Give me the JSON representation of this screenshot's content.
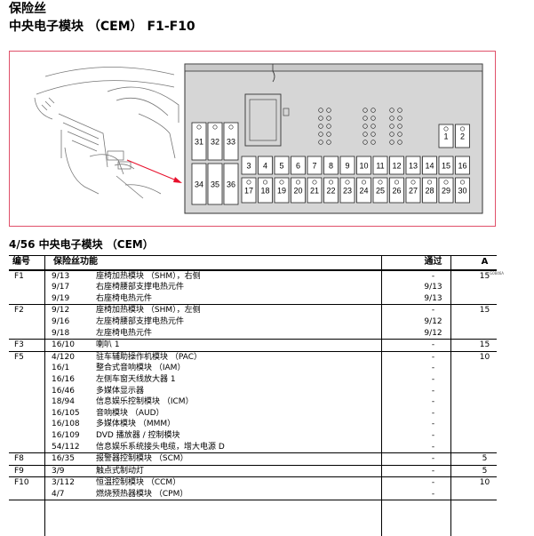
{
  "header": {
    "title": "保险丝",
    "subtitle": "中央电子模块 （CEM） F1-F10"
  },
  "figure": {
    "code": "G0846A",
    "fuses_top": [
      "31",
      "32",
      "33"
    ],
    "fuses_left_bottom": [
      "34",
      "35",
      "36"
    ],
    "fuses_middle_top": [
      "3",
      "4",
      "5",
      "6",
      "7",
      "8",
      "9",
      "10",
      "11",
      "12",
      "13",
      "14",
      "15",
      "16"
    ],
    "fuses_middle_bottom": [
      "17",
      "18",
      "19",
      "20",
      "21",
      "22",
      "23",
      "24",
      "25",
      "26",
      "27",
      "28",
      "29",
      "30"
    ],
    "fuses_corner": [
      "1",
      "2"
    ],
    "colors": {
      "frame": "#e0506a",
      "panel": "#d6d6d6",
      "arrow": "#e8102c"
    }
  },
  "section_title": "4/56 中央电子模块 （CEM）",
  "table": {
    "headers": {
      "fuse": "编号",
      "function": "保险丝功能",
      "via": "通过",
      "amp": "A"
    },
    "groups": [
      {
        "fuse": "F1",
        "amp": "15",
        "rows": [
          {
            "code": "9/13",
            "func": "座椅加热模块 （SHM），右侧",
            "via": "-"
          },
          {
            "code": "9/17",
            "func": "右座椅腰部支撑电热元件",
            "via": "9/13"
          },
          {
            "code": "9/19",
            "func": "右座椅电热元件",
            "via": "9/13"
          }
        ]
      },
      {
        "fuse": "F2",
        "amp": "15",
        "rows": [
          {
            "code": "9/12",
            "func": "座椅加热模块 （SHM），左侧",
            "via": "-"
          },
          {
            "code": "9/16",
            "func": "左座椅腰部支撑电热元件",
            "via": "9/12"
          },
          {
            "code": "9/18",
            "func": "左座椅电热元件",
            "via": "9/12"
          }
        ]
      },
      {
        "fuse": "F3",
        "amp": "15",
        "rows": [
          {
            "code": "16/10",
            "func": "喇叭 1",
            "via": "-"
          }
        ]
      },
      {
        "fuse": "F5",
        "amp": "10",
        "rows": [
          {
            "code": "4/120",
            "func": "驻车辅助操作机模块 （PAC）",
            "via": "-"
          },
          {
            "code": "16/1",
            "func": "整合式音响模块 （IAM）",
            "via": "-"
          },
          {
            "code": "16/16",
            "func": "左侧车窗天线放大器 1",
            "via": "-"
          },
          {
            "code": "16/46",
            "func": "多媒体显示器",
            "via": "-"
          },
          {
            "code": "18/94",
            "func": "信息娱乐控制模块 （ICM）",
            "via": "-"
          },
          {
            "code": "16/105",
            "func": "音响模块 （AUD）",
            "via": "-"
          },
          {
            "code": "16/108",
            "func": "多媒体模块 （MMM）",
            "via": "-"
          },
          {
            "code": "16/109",
            "func": "DVD 播放器 / 控制模块",
            "via": "-"
          },
          {
            "code": "54/112",
            "func": "信息娱乐系统接头电缆，增大电源 D",
            "via": "-"
          }
        ]
      },
      {
        "fuse": "F8",
        "amp": "5",
        "rows": [
          {
            "code": "16/35",
            "func": "报警器控制模块 （SCM）",
            "via": "-"
          }
        ]
      },
      {
        "fuse": "F9",
        "amp": "5",
        "rows": [
          {
            "code": "3/9",
            "func": "触点式制动灯",
            "via": "-"
          }
        ]
      },
      {
        "fuse": "F10",
        "amp": "10",
        "rows": [
          {
            "code": "3/112",
            "func": "恒温控制模块 （CCM）",
            "via": "-"
          },
          {
            "code": "4/7",
            "func": "燃烧预热器模块 （CPM）",
            "via": "-"
          }
        ]
      }
    ]
  }
}
